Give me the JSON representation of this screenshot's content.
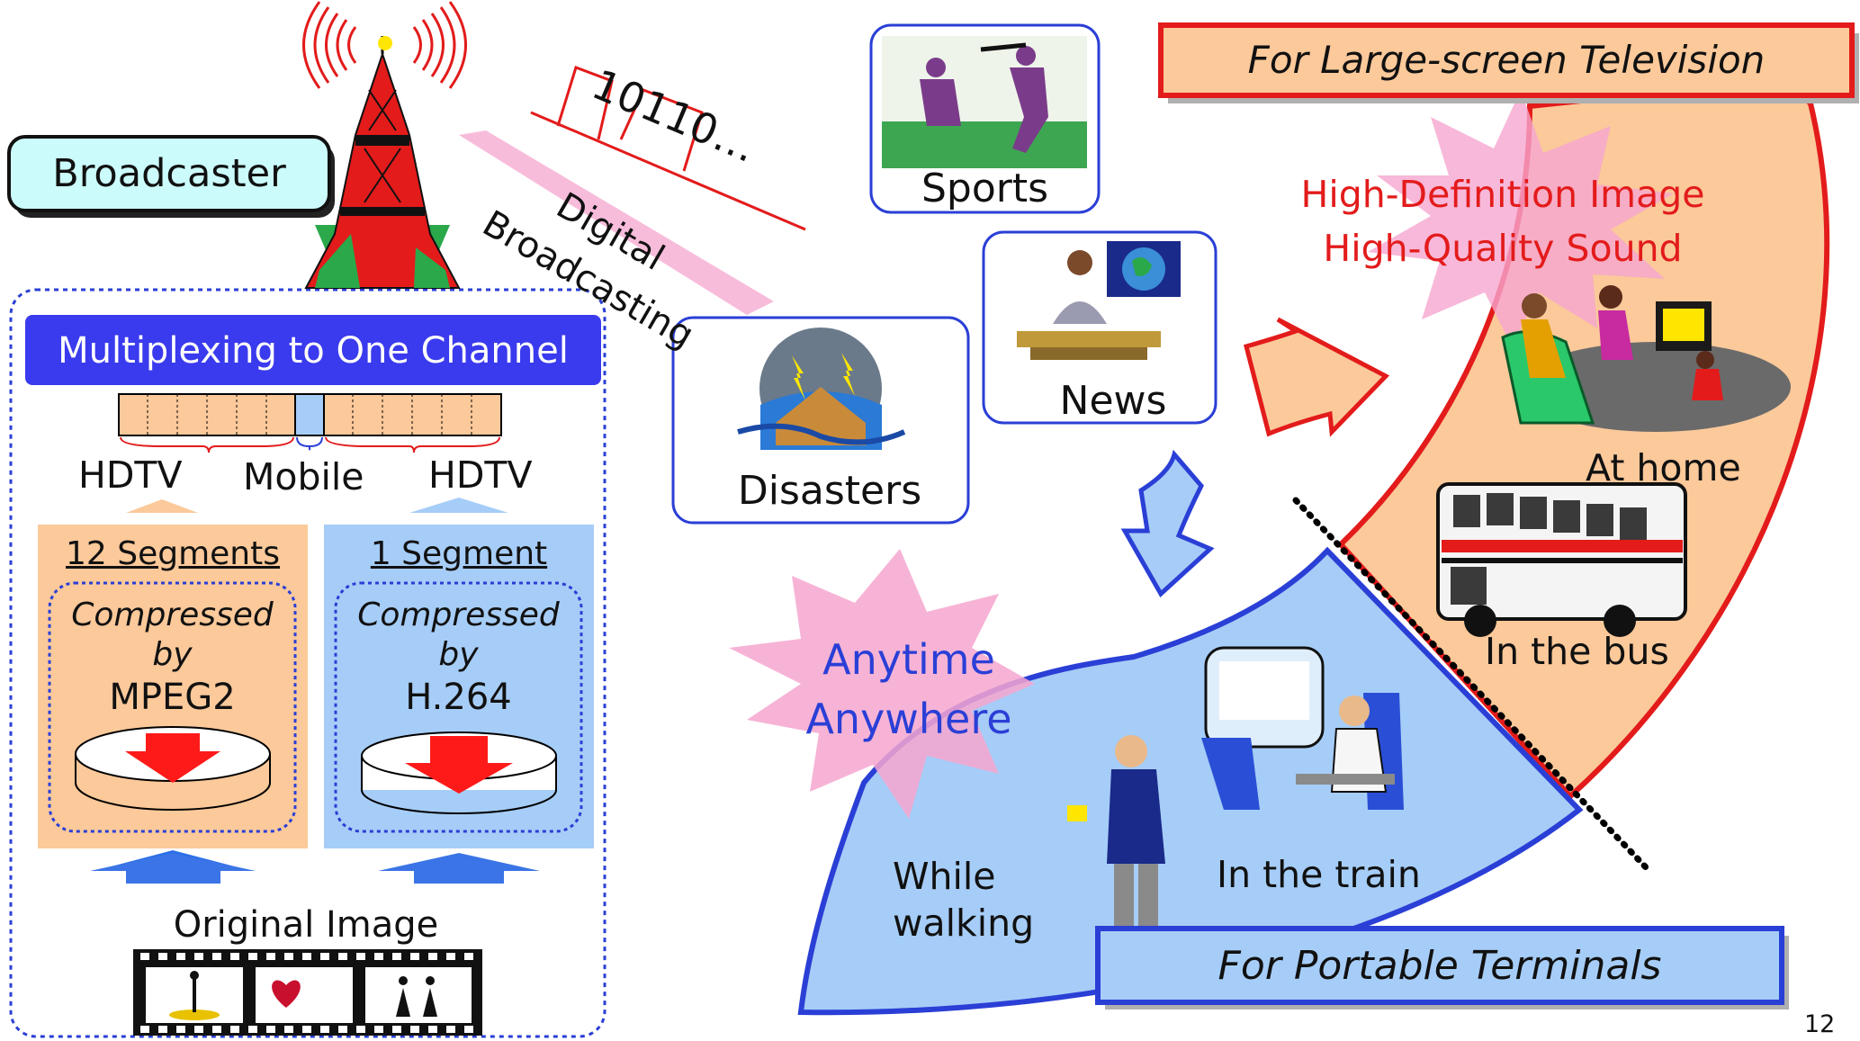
{
  "broadcaster": "Broadcaster",
  "multiplex": {
    "title": "Multiplexing to One Channel",
    "labels": [
      "HDTV",
      "Mobile",
      "HDTV"
    ]
  },
  "segments": {
    "left": {
      "title": "12 Segments",
      "line1": "Compressed",
      "line2": "by",
      "codec": "MPEG2"
    },
    "right": {
      "title": "1 Segment",
      "line1": "Compressed",
      "line2": "by",
      "codec": "H.264"
    }
  },
  "original_image": "Original Image",
  "bitstream": "10110…",
  "digital_broadcasting": {
    "line1": "Digital",
    "line2": "Broadcasting"
  },
  "content_types": [
    "Sports",
    "News",
    "Disasters"
  ],
  "large_screen": {
    "title": "For Large-screen Television",
    "burst_line1": "High-Definition Image",
    "burst_line2": "High-Quality Sound",
    "places": [
      "At home",
      "In the bus"
    ]
  },
  "portable": {
    "title": "For Portable Terminals",
    "burst_line1": "Anytime",
    "burst_line2": "Anywhere",
    "places": [
      "While",
      "walking",
      "In the train"
    ]
  },
  "page_number": "12",
  "colors": {
    "peach": "#fbc99a",
    "lightblue": "#a6cdf7",
    "blue": "#2a3fd6",
    "red": "#e31b1b",
    "pink": "#f6a6cf"
  }
}
